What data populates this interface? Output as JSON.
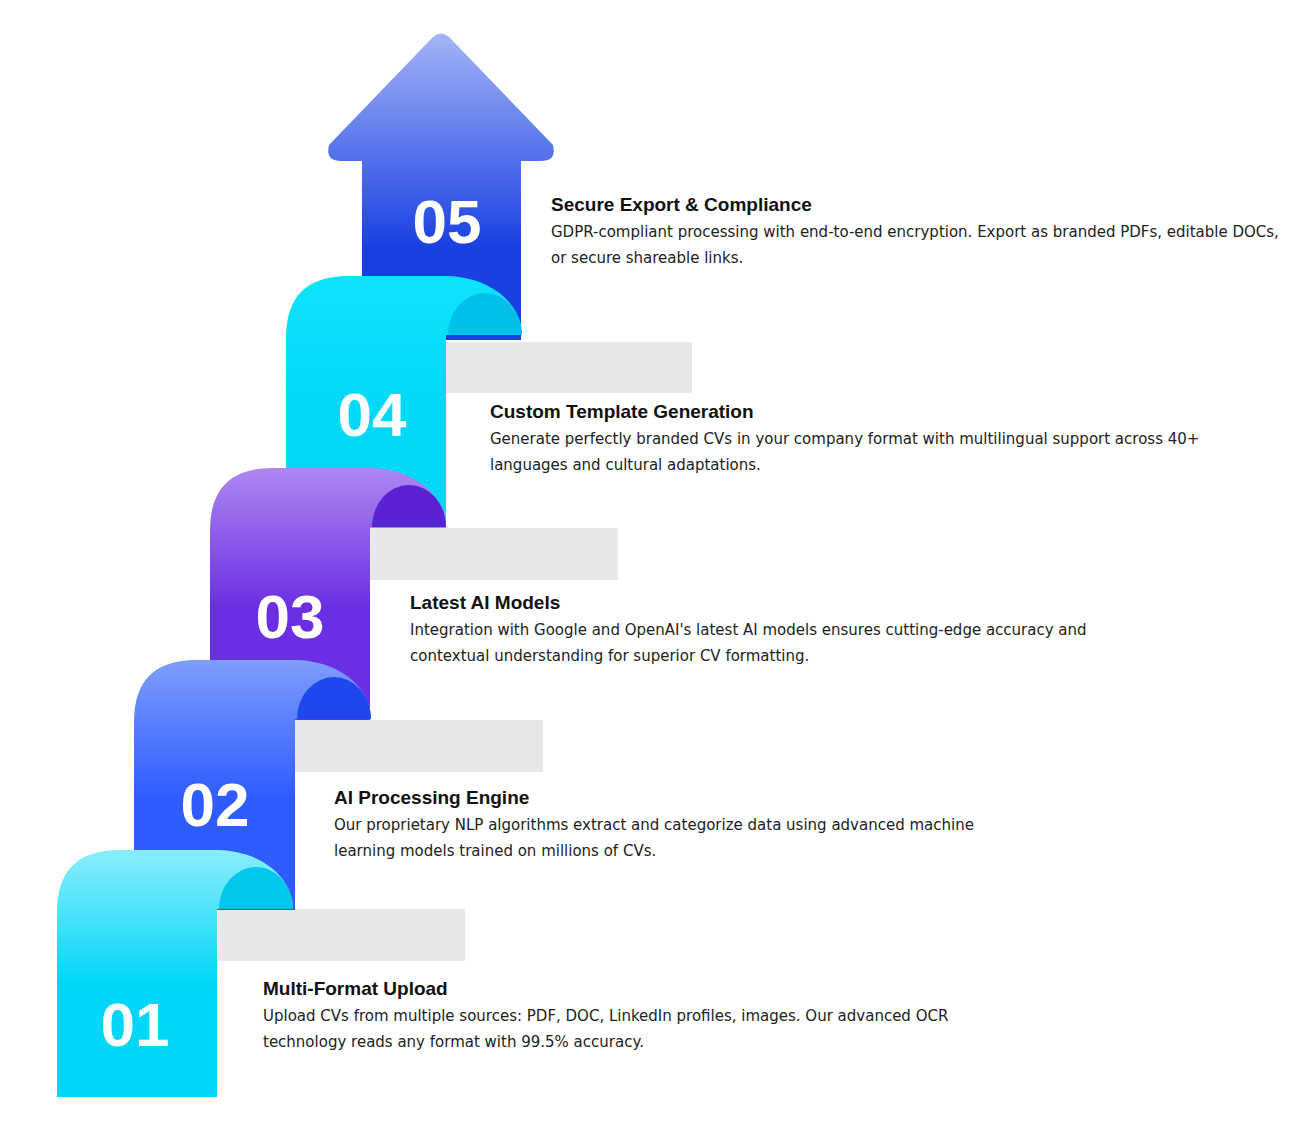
{
  "diagram": {
    "nodes": [
      {
        "text": [
          "01",
          "Multi-Format Upload",
          "Upload CVs from multiple sources: PDF, DOC, LinkedIn profiles, images. Our advanced OCR technology reads any format with 99.5% accuracy."
        ]
      },
      {
        "text": [
          "02",
          "AI Processing Engine",
          "Our proprietary NLP algorithms extract and categorize data using advanced machine learning models trained on millions of CVs."
        ]
      },
      {
        "text": [
          "03",
          "Latest AI Models",
          "Integration with Google and OpenAI's latest AI models ensures cutting-edge accuracy and contextual understanding for superior CV formatting."
        ]
      },
      {
        "text": [
          "04",
          "Custom Template Generation",
          "Generate perfectly branded CVs in your company format with multilingual support across 40+ languages and cultural adaptations."
        ]
      },
      {
        "text": [
          "05",
          "Secure Export & Compliance",
          "GDPR-compliant processing with end-to-end encryption. Export as branded PDFs, editable DOCs, or secure shareable links."
        ]
      }
    ]
  }
}
